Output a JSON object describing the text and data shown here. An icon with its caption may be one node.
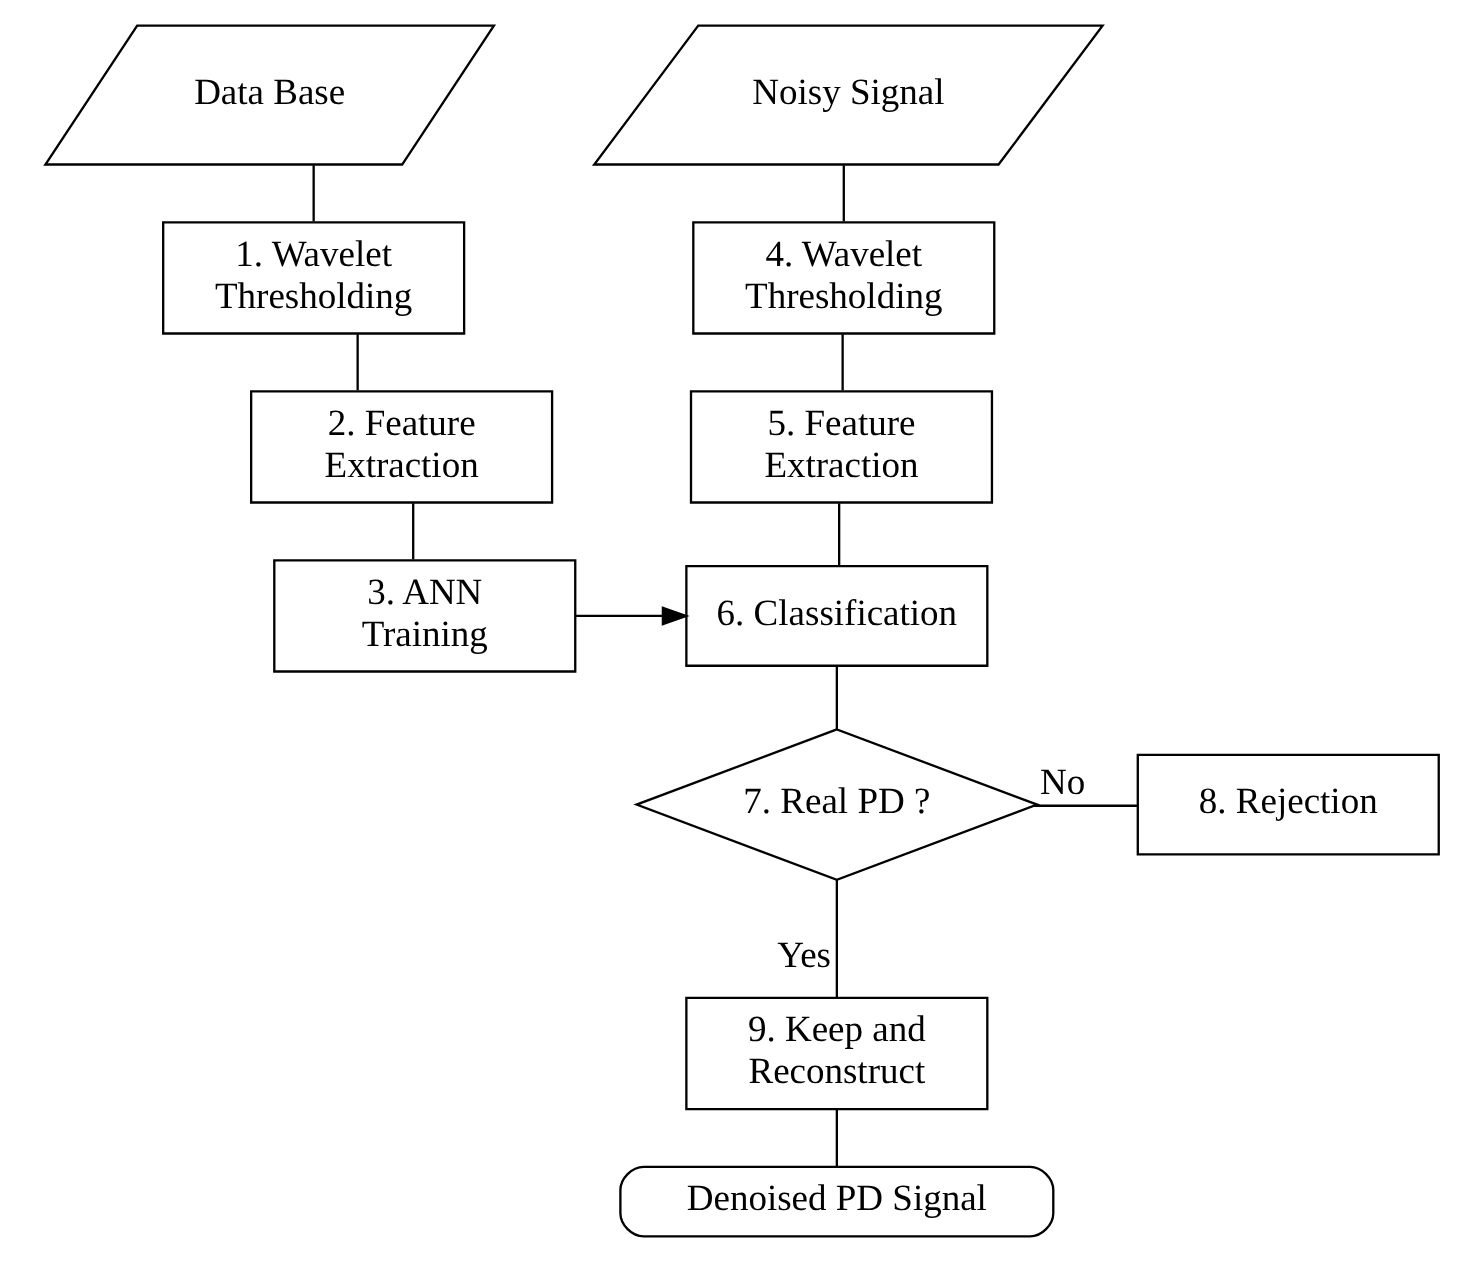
{
  "diagram": {
    "nodes": [
      {
        "text": [
          "Data Base"
        ]
      },
      {
        "text": [
          "1. Wavelet Thresholding"
        ]
      },
      {
        "text": [
          "2. Feature Extraction"
        ]
      },
      {
        "text": [
          "3. ANN Training"
        ]
      },
      {
        "text": [
          "Noisy Signal"
        ]
      },
      {
        "text": [
          "4. Wavelet Thresholding"
        ]
      },
      {
        "text": [
          "5. Feature Extraction"
        ]
      },
      {
        "text": [
          "6. Classification"
        ]
      },
      {
        "text": [
          "7. Real PD ?"
        ]
      },
      {
        "text": [
          "8. Rejection"
        ]
      },
      {
        "text": [
          "9. Keep and Reconstruct"
        ]
      },
      {
        "text": [
          "Denoised PD Signal"
        ]
      }
    ],
    "edges": [
      {
        "from": 0,
        "to": 1,
        "arrow": "none"
      },
      {
        "from": 1,
        "to": 2,
        "arrow": "none"
      },
      {
        "from": 2,
        "to": 3,
        "arrow": "none"
      },
      {
        "from": 3,
        "to": 7,
        "arrow": "to"
      },
      {
        "from": 4,
        "to": 5,
        "arrow": "none"
      },
      {
        "from": 5,
        "to": 6,
        "arrow": "none"
      },
      {
        "from": 6,
        "to": 7,
        "arrow": "none"
      },
      {
        "from": 7,
        "to": 8,
        "arrow": "none"
      },
      {
        "from": 8,
        "to": 9,
        "arrow": "none",
        "label": "No"
      },
      {
        "from": 8,
        "to": 10,
        "arrow": "none",
        "label": "Yes"
      },
      {
        "from": 10,
        "to": 11,
        "arrow": "none"
      }
    ]
  }
}
